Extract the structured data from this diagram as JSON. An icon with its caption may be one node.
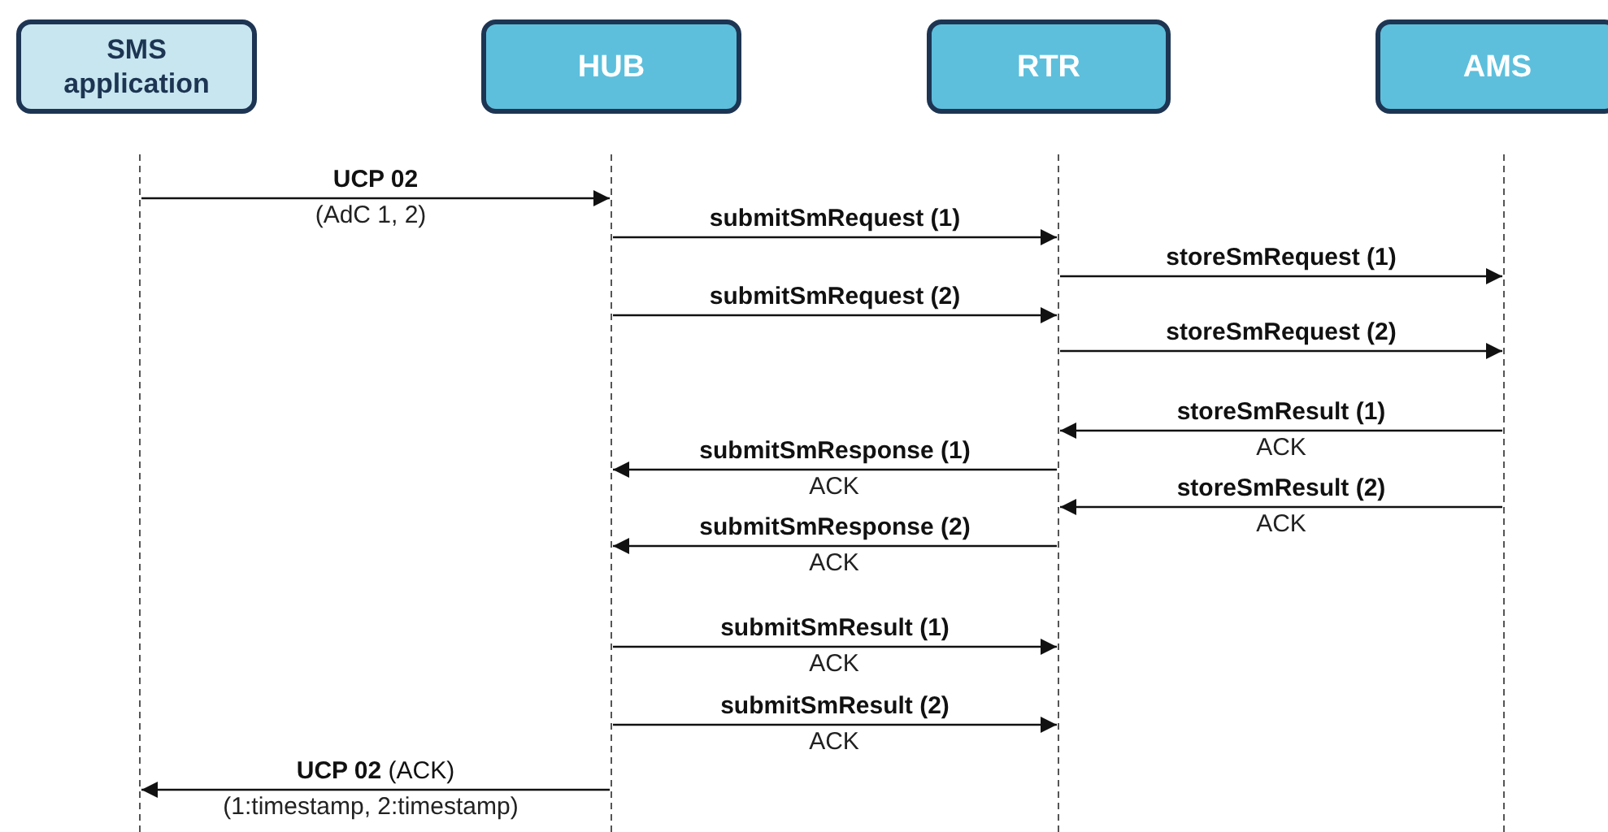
{
  "diagram": {
    "nodes": [
      {
        "text": [
          "SMS application"
        ]
      },
      {
        "text": [
          "HUB"
        ]
      },
      {
        "text": [
          "RTR"
        ]
      },
      {
        "text": [
          "AMS"
        ]
      }
    ],
    "edges": [
      {
        "from": 0,
        "to": 1,
        "arrow": "to",
        "label": "UCP 02"
      },
      {
        "from": 1,
        "to": 2,
        "arrow": "to",
        "label": "submitSmRequest (1)"
      },
      {
        "from": 2,
        "to": 3,
        "arrow": "to",
        "label": "storeSmRequest (1)"
      },
      {
        "from": 1,
        "to": 2,
        "arrow": "to",
        "label": "submitSmRequest (2)"
      },
      {
        "from": 2,
        "to": 3,
        "arrow": "to",
        "label": "storeSmRequest (2)"
      },
      {
        "from": 3,
        "to": 2,
        "arrow": "to",
        "label": "storeSmResult (1)"
      },
      {
        "from": 2,
        "to": 1,
        "arrow": "to",
        "label": "submitSmResponse (1)"
      },
      {
        "from": 3,
        "to": 2,
        "arrow": "to",
        "label": "storeSmResult (2)"
      },
      {
        "from": 2,
        "to": 1,
        "arrow": "to",
        "label": "submitSmResponse (2)"
      },
      {
        "from": 1,
        "to": 2,
        "arrow": "to",
        "label": "submitSmResult (1)"
      },
      {
        "from": 1,
        "to": 2,
        "arrow": "to",
        "label": "submitSmResult (2)"
      },
      {
        "from": 1,
        "to": 0,
        "arrow": "to",
        "label": "**UCP 02** (ACK)"
      }
    ],
    "labels": [
      "(AdC 1, 2)",
      "ACK",
      "ACK",
      "ACK",
      "ACK",
      "ACK",
      "ACK",
      "(1:timestamp, 2:timestamp)"
    ]
  }
}
